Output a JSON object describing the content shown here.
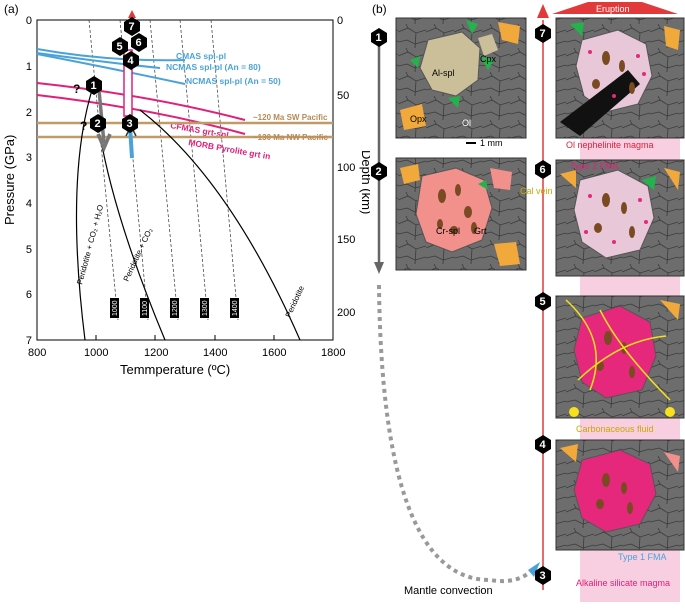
{
  "panel_a": {
    "label": "(a)",
    "x_axis_title": "Temmperature (ºC)",
    "y_axis_title": "Pressure (GPa)",
    "y2_axis_title": "Depth (km)",
    "x_ticks": [
      "800",
      "1000",
      "1200",
      "1400",
      "1600",
      "1800"
    ],
    "y_ticks": [
      "0",
      "1",
      "2",
      "3",
      "4",
      "5",
      "6",
      "7"
    ],
    "y2_ticks": [
      "0",
      "50",
      "100",
      "150",
      "200"
    ],
    "curve_labels": {
      "cmas": "CMAS spl-pl",
      "ncmas80": "NCMAS spl-pl (An = 80)",
      "ncmas50": "NCMAS spl-pl (An = 50)",
      "cfmas": "CFMAS grt-spl",
      "morb": "MORB Pyrolite grt in",
      "sw": "~120 Ma SW Pacific",
      "nw": "~130 Ma NW Pacific",
      "peridotite": "Peridotite",
      "per_co2": "Peridotite + CO₂",
      "per_co2_h2o": "Peridotite + CO₂ + H₂O"
    },
    "isotherms": [
      "1000",
      "1100",
      "1200",
      "1300",
      "1400"
    ],
    "markers": [
      "7",
      "6",
      "5",
      "4",
      "1",
      "2",
      "3"
    ],
    "question": "?"
  },
  "panel_b": {
    "label": "(b)",
    "eruption": "Eruption",
    "steps": [
      "1",
      "2",
      "3",
      "4",
      "5",
      "6",
      "7"
    ],
    "labels": {
      "al_spl": "Al-spl",
      "cpx": "Cpx",
      "opx": "Opx",
      "ol": "Ol",
      "scale": "1 mm",
      "cr_spl": "Cr-spl",
      "grt": "Grt",
      "ol_neph": "Ol nephelinite magma",
      "type2": "Type 2 FMA",
      "cal_vein": "Cal vein",
      "carb_fluid": "Carbonaceous fluid",
      "type1": "Type 1 FMA",
      "alk_magma": "Alkaline silicate magma",
      "mantle_conv": "Mantle convection"
    }
  },
  "colors": {
    "cmas_blue": "#4aa3d8",
    "cfmas_pink": "#e0207a",
    "geotherm_tan": "#c29a6a",
    "mantle_gray": "#6d6d6d",
    "opx_orange": "#f2a93b",
    "cpx_green": "#23b24b",
    "garnet_pink": "#f2908c",
    "magma_magenta": "#e5287c",
    "spinel_brown": "#7a4a22",
    "fluid_yellow": "#f7e11b",
    "eruption_red": "#e23a3a"
  }
}
